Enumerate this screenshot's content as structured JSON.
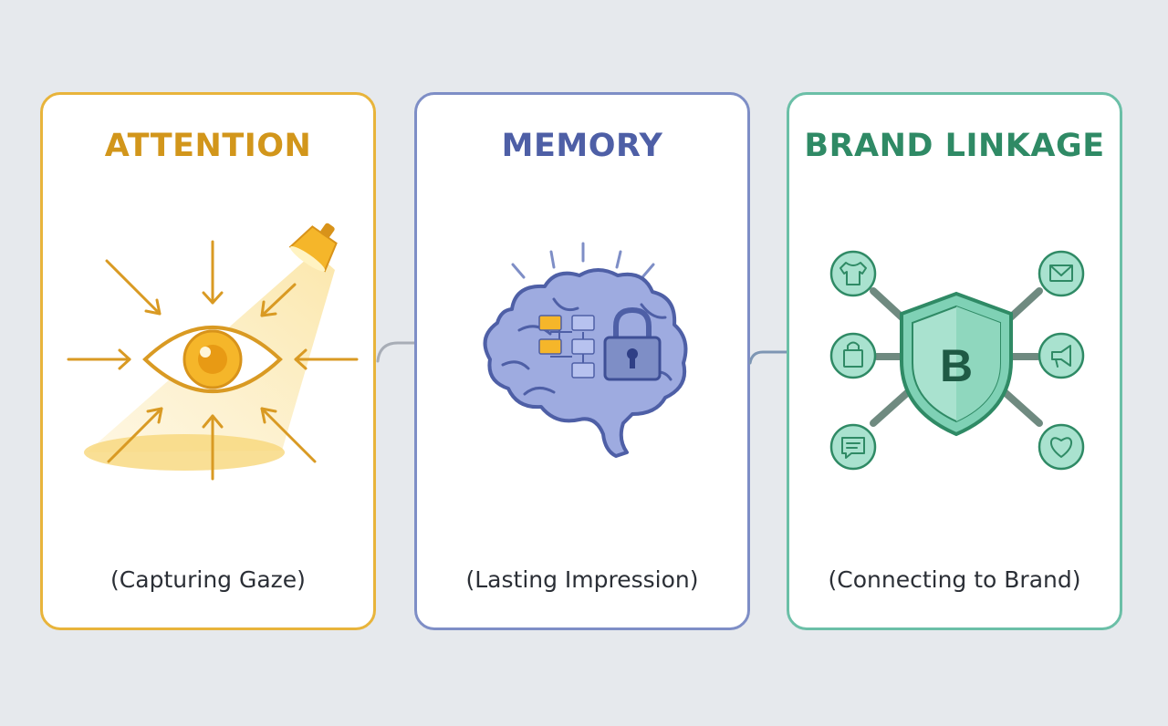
{
  "stages": [
    {
      "title": "ATTENTION",
      "caption": "(Capturing Gaze)",
      "icon": "eye-spotlight-icon",
      "color": "#e8b43b"
    },
    {
      "title": "MEMORY",
      "caption": "(Lasting Impression)",
      "icon": "brain-lock-icon",
      "color": "#7e8ec6"
    },
    {
      "title": "BRAND LINKAGE",
      "caption": "(Connecting to Brand)",
      "icon": "brand-shield-icon",
      "color": "#6bbfa7"
    }
  ],
  "brand_badge_letter": "B",
  "connector_icon": "arrow-right-icon"
}
